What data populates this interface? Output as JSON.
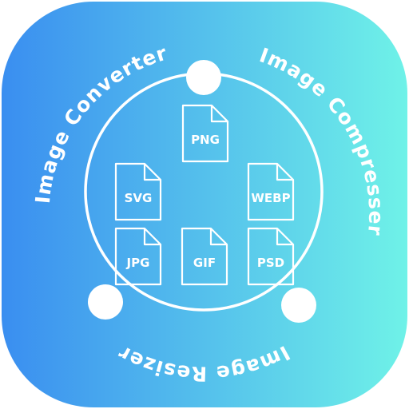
{
  "icon": {
    "gradient_start": "#3a8ef0",
    "gradient_end": "#6ff2e8",
    "foreground": "#ffffff"
  },
  "ring_labels": {
    "converter": "Image Converter",
    "compresser": "Image Compresser",
    "resizer": "Image Resizer"
  },
  "formats": {
    "png": "PNG",
    "svg": "SVG",
    "webp": "WEBP",
    "jpg": "JPG",
    "gif": "GIF",
    "psd": "PSD"
  }
}
